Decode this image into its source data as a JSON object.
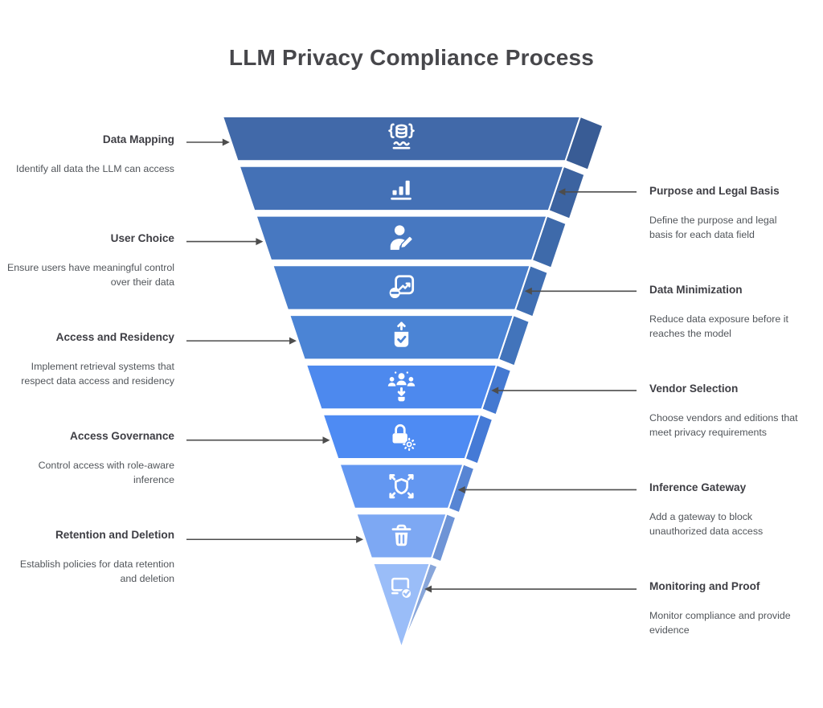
{
  "title": "LLM Privacy Compliance Process",
  "funnel": {
    "arrow_color": "#4d4d4d",
    "steps": [
      {
        "side": "left",
        "label": "Data Mapping",
        "description": "Identify all data the LLM can access",
        "color": "#4169a9",
        "icon": "database-braces-icon"
      },
      {
        "side": "right",
        "label": "Purpose and Legal Basis",
        "description": "Define the purpose and legal basis for each data field",
        "color": "#4471b6",
        "icon": "bar-chart-icon"
      },
      {
        "side": "left",
        "label": "User Choice",
        "description": "Ensure users have meaningful control over their data",
        "color": "#4778c1",
        "icon": "user-edit-icon"
      },
      {
        "side": "right",
        "label": "Data Minimization",
        "description": "Reduce data exposure before it reaches the model",
        "color": "#497ecb",
        "icon": "report-minus-icon"
      },
      {
        "side": "left",
        "label": "Access and Residency",
        "description": "Implement retrieval systems that respect data access and residency",
        "color": "#4b84d5",
        "icon": "bag-check-icon"
      },
      {
        "side": "right",
        "label": "Vendor Selection",
        "description": "Choose vendors and editions that meet privacy requirements",
        "color": "#4d89ee",
        "icon": "team-select-icon"
      },
      {
        "side": "left",
        "label": "Access Governance",
        "description": "Control access with role-aware inference",
        "color": "#4e8bf3",
        "icon": "lock-gear-icon"
      },
      {
        "side": "right",
        "label": "Inference Gateway",
        "description": "Add a gateway to block unauthorized data access",
        "color": "#6397f1",
        "icon": "shield-route-icon"
      },
      {
        "side": "left",
        "label": "Retention and Deletion",
        "description": "Establish policies for data retention and deletion",
        "color": "#7da8f3",
        "icon": "trash-icon"
      },
      {
        "side": "right",
        "label": "Monitoring and Proof",
        "description": "Monitor compliance and provide evidence",
        "color": "#9abdf8",
        "icon": "monitor-check-icon"
      }
    ]
  }
}
